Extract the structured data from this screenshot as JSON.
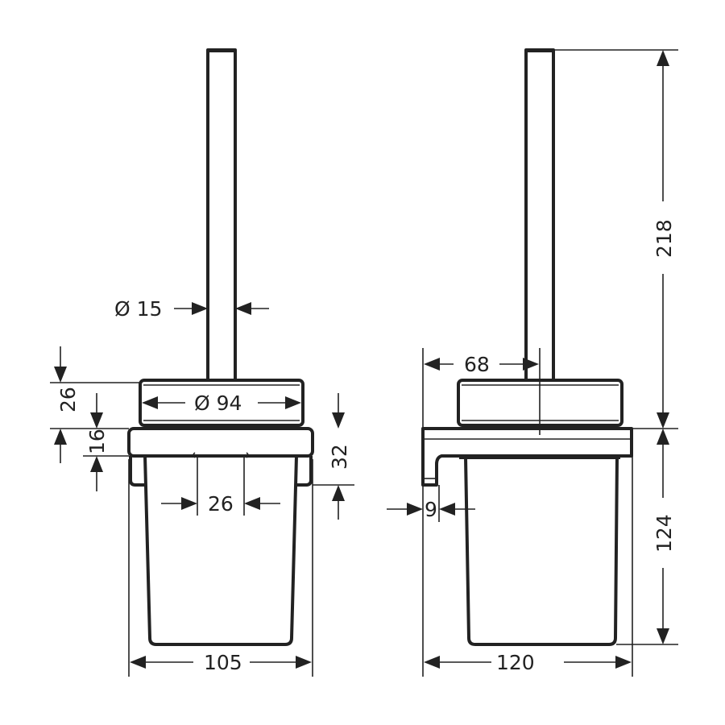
{
  "front_view": {
    "handle_diameter": "Ø 15",
    "cap_diameter": "Ø 94",
    "cap_height": "26",
    "plate_height": "16",
    "bracket_height": "32",
    "fixing_spacing": "26",
    "overall_width": "105"
  },
  "side_view": {
    "handle_offset": "68",
    "bracket_thickness": "9",
    "overall_depth": "120",
    "handle_height": "218",
    "cup_height": "124"
  }
}
